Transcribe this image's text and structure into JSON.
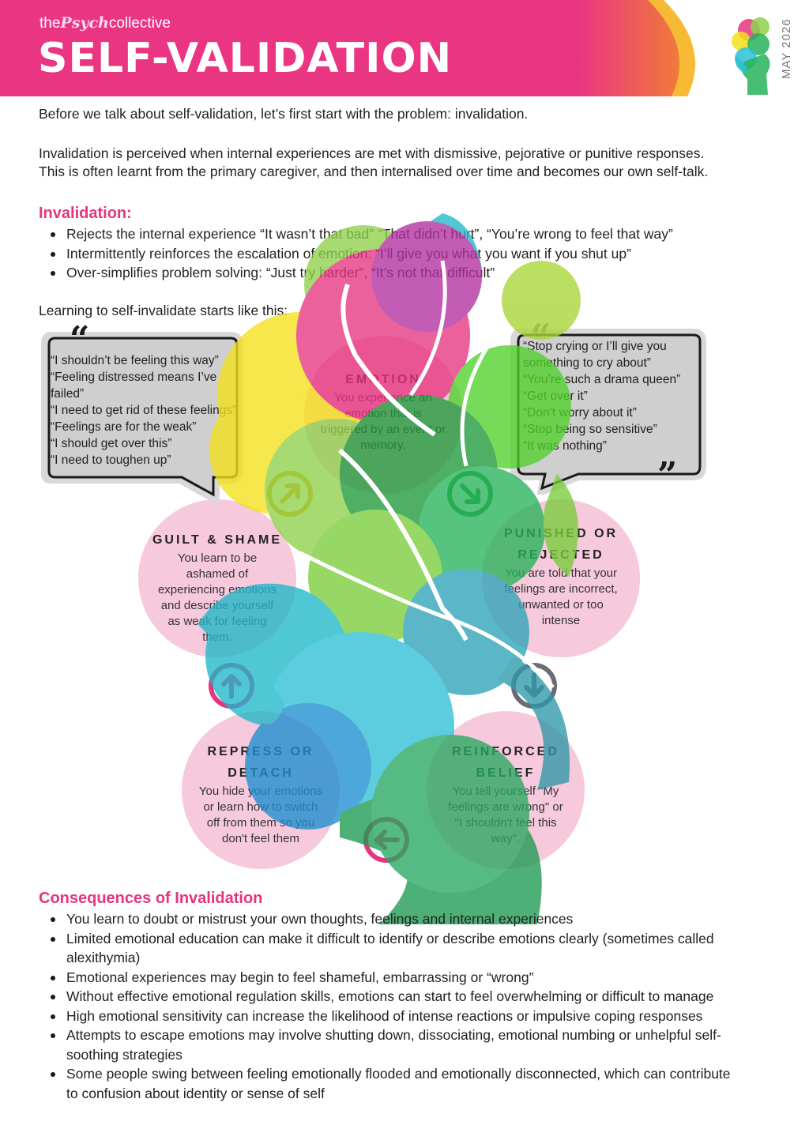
{
  "header": {
    "brand_prefix": "the",
    "brand_script": "Psych",
    "brand_suffix": "collective",
    "title": "SELF-VALIDATION",
    "date": "MAY 2026",
    "banner_color": "#e8337e"
  },
  "intro": {
    "line1": "Before we talk about self-validation, let’s first start with the problem: invalidation.",
    "line2": "Invalidation is perceived when internal experiences are met with dismissive, pejorative or punitive responses.",
    "line3": "This is often learnt from the primary caregiver, and then internalised over time and becomes our own self-talk."
  },
  "invalidation": {
    "heading": "Invalidation:",
    "items": [
      "Rejects the internal experience “It wasn’t that bad” “That didn’t hurt”, “You’re wrong to feel that way”",
      "Intermittently reinforces the escalation of emotion: “I’ll give you what you want if you shut up”",
      "Over-simplifies problem solving: “Just try harder”, “It’s not that difficult”"
    ],
    "learning_line": "Learning to self-invalidate starts like this:"
  },
  "self_talk_bubble": {
    "lines": [
      "“I shouldn’t be feeling this way”",
      "“Feeling distressed means I’ve",
      "failed”",
      "“I need to get rid of these feelings”",
      "“Feelings are for the weak”",
      "“I should get over this”",
      "“I need to toughen up”"
    ]
  },
  "caregiver_bubble": {
    "lines": [
      "“Stop crying or I’ll give you",
      "something to cry about”",
      "“You’re such a drama queen”",
      "“Get over it”",
      "“Don’t worry about it”",
      "“Stop being so sensitive”",
      "“It was nothing”"
    ]
  },
  "cycle": {
    "emotion": {
      "title": "EMOTION",
      "text": [
        "You experience an",
        "emotion that is",
        "triggered by an event or",
        "memory."
      ]
    },
    "punished": {
      "title_1": "PUNISHED OR",
      "title_2": "REJECTED",
      "text": [
        "You are told that your",
        "feelings are incorrect,",
        "unwanted or too",
        "intense"
      ]
    },
    "reinforced": {
      "title_1": "REINFORCED",
      "title_2": "BELIEF",
      "text": [
        "You tell yourself \"My",
        "feelings are wrong\" or",
        "\"I shouldn't feel this",
        "way\"."
      ]
    },
    "repress": {
      "title_1": "REPRESS OR",
      "title_2": "DETACH",
      "text": [
        "You hide your emotions",
        "or learn how to switch",
        "off from them so you",
        "don't feel them"
      ]
    },
    "guilt": {
      "title": "GUILT & SHAME",
      "text": [
        "You learn to be",
        "ashamed of",
        "experiencing emotions",
        "and describe yourself",
        "as weak for feeling",
        "them."
      ]
    },
    "circle_color": "#f7c9dc",
    "arrow_colors": {
      "gold": "#e8a800",
      "green": "#1e9a3a",
      "grey": "#6b6b77",
      "pink": "#e6357f"
    }
  },
  "consequences": {
    "heading": "Consequences of Invalidation",
    "items": [
      [
        "You learn to doubt or mistrust your own thoughts, feelings and internal experiences"
      ],
      [
        "Limited emotional education can make it difficult to identify or describe emotions clearly (sometimes called",
        "alexithymia)"
      ],
      [
        "Emotional experiences may begin to feel shameful, embarrassing or “wrong”"
      ],
      [
        "Without effective emotional regulation skills, emotions can start to feel overwhelming or difficult to manage"
      ],
      [
        "High emotional sensitivity can increase the likelihood of intense reactions or impulsive coping responses"
      ],
      [
        "Attempts to escape emotions may involve shutting down, dissociating, emotional numbing or unhelpful self-",
        "soothing strategies"
      ],
      [
        "Some people swing between feeling emotionally flooded and emotionally disconnected, which can contribute",
        "to confusion about identity or sense of self"
      ]
    ]
  }
}
